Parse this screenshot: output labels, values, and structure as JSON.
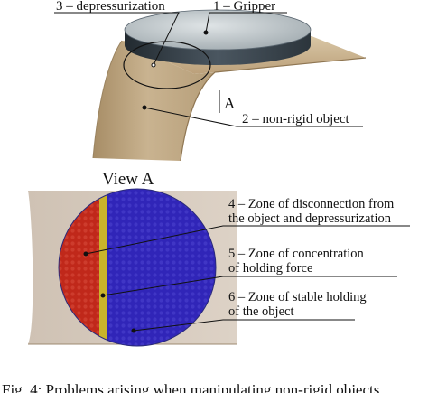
{
  "figure": {
    "top_labels": {
      "depressurization": "3 – depressurization",
      "gripper": "1 – Gripper",
      "view_marker": "A",
      "object": "2 – non-rigid object"
    },
    "view_title": "View A",
    "zone_labels": [
      {
        "line1": "4 – Zone of disconnection from",
        "line2": "the object and depressurization"
      },
      {
        "line1": "5 – Zone of concentration",
        "line2": "of holding force"
      },
      {
        "line1": "6 – Zone of stable holding",
        "line2": "of the object"
      }
    ],
    "caption": "Fig. 4: Problems arising when manipulating non-rigid objects"
  },
  "colors": {
    "object": "#c8b290",
    "object_dark": "#a68c63",
    "panel": "#d8ccc0",
    "gripper_top": "#3d4a54",
    "zone_red": "#c0281a",
    "zone_yellow": "#c9b42a",
    "zone_blue": "#3025b8"
  }
}
